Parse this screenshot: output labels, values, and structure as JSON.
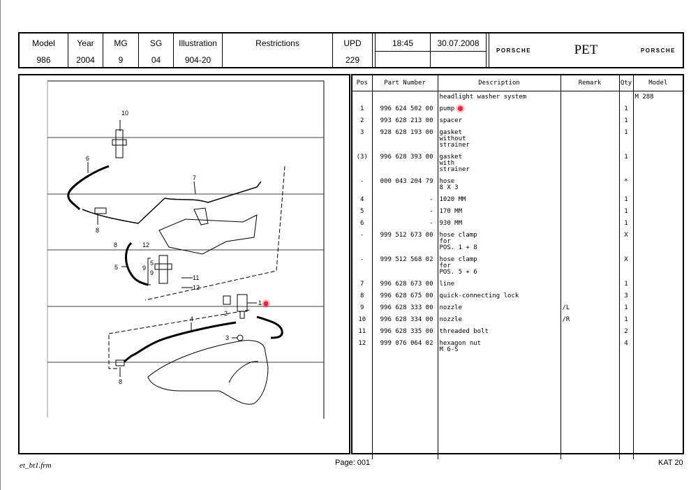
{
  "header": {
    "cols": [
      {
        "label": "Model",
        "value": "986"
      },
      {
        "label": "Year",
        "value": "2004"
      },
      {
        "label": "MG",
        "value": "9"
      },
      {
        "label": "SG",
        "value": "04"
      },
      {
        "label": "Illustration",
        "value": "904-20"
      },
      {
        "label": "Restrictions",
        "value": ""
      },
      {
        "label": "UPD",
        "value": "229"
      }
    ],
    "time": "18:45",
    "date": "30.07.2008",
    "brand_left": "PORSCHE",
    "app": "PET",
    "brand_right": "PORSCHE"
  },
  "table": {
    "headers": [
      "Pos",
      "Part Number",
      "Description",
      "Remark",
      "Qty",
      "Model"
    ],
    "rows": [
      {
        "pos": "",
        "pn": "",
        "desc": [
          "headlight washer system"
        ],
        "remark": "",
        "qty": "",
        "model": "M 288",
        "mark": false
      },
      {
        "pos": "1",
        "pn": "996 624 502 00",
        "desc": [
          "pump"
        ],
        "remark": "",
        "qty": "1",
        "model": "",
        "mark": true
      },
      {
        "pos": "2",
        "pn": "993 628 213 00",
        "desc": [
          "spacer"
        ],
        "remark": "",
        "qty": "1",
        "model": "",
        "mark": false
      },
      {
        "pos": "3",
        "pn": "928 628 193 00",
        "desc": [
          "gasket",
          "without",
          "strainer"
        ],
        "remark": "",
        "qty": "1",
        "model": "",
        "mark": false
      },
      {
        "pos": "(3)",
        "pn": "996 628 393 00",
        "desc": [
          "gasket",
          "with",
          "strainer"
        ],
        "remark": "",
        "qty": "1",
        "model": "",
        "mark": false
      },
      {
        "pos": "-",
        "pn": "000 043 204 79",
        "desc": [
          "hose",
          "8 X 3"
        ],
        "remark": "",
        "qty": "*",
        "model": "",
        "mark": false
      },
      {
        "pos": "4",
        "pn": "-",
        "desc": [
          "1020 MM"
        ],
        "remark": "",
        "qty": "1",
        "model": "",
        "mark": false
      },
      {
        "pos": "5",
        "pn": "-",
        "desc": [
          "170 MM"
        ],
        "remark": "",
        "qty": "1",
        "model": "",
        "mark": false
      },
      {
        "pos": "6",
        "pn": "-",
        "desc": [
          "930 MM"
        ],
        "remark": "",
        "qty": "1",
        "model": "",
        "mark": false
      },
      {
        "pos": "-",
        "pn": "999 512 673 00",
        "desc": [
          "hose clamp",
          "for",
          "POS. 1 + 8"
        ],
        "remark": "",
        "qty": "X",
        "model": "",
        "mark": false
      },
      {
        "pos": "-",
        "pn": "999 512 568 02",
        "desc": [
          "hose clamp",
          "for",
          "POS. 5 + 6"
        ],
        "remark": "",
        "qty": "X",
        "model": "",
        "mark": false
      },
      {
        "pos": "7",
        "pn": "996 628 673 00",
        "desc": [
          "line"
        ],
        "remark": "",
        "qty": "1",
        "model": "",
        "mark": false
      },
      {
        "pos": "8",
        "pn": "996 628 675 00",
        "desc": [
          "quick-connecting lock"
        ],
        "remark": "",
        "qty": "3",
        "model": "",
        "mark": false
      },
      {
        "pos": "9",
        "pn": "996 628 333 00",
        "desc": [
          "nozzle"
        ],
        "remark": "/L",
        "qty": "1",
        "model": "",
        "mark": false
      },
      {
        "pos": "10",
        "pn": "996 628 334 00",
        "desc": [
          "nozzle"
        ],
        "remark": "/R",
        "qty": "1",
        "model": "",
        "mark": false
      },
      {
        "pos": "11",
        "pn": "996 628 335 00",
        "desc": [
          "threaded bolt"
        ],
        "remark": "",
        "qty": "2",
        "model": "",
        "mark": false
      },
      {
        "pos": "12",
        "pn": "999 076 064 02",
        "desc": [
          "hexagon nut",
          "M 6-S"
        ],
        "remark": "",
        "qty": "4",
        "model": "",
        "mark": false
      }
    ]
  },
  "diagram": {
    "callouts": [
      "10",
      "6",
      "7",
      "8",
      "8",
      "12",
      "5",
      "9",
      "5",
      "9",
      "11",
      "12",
      "1",
      "2",
      "4",
      "3",
      "8"
    ]
  },
  "footer": {
    "left": "et_bt1.frm",
    "page": "Page: 001",
    "right": "KAT 20"
  },
  "colors": {
    "marker": "#e8253c"
  }
}
